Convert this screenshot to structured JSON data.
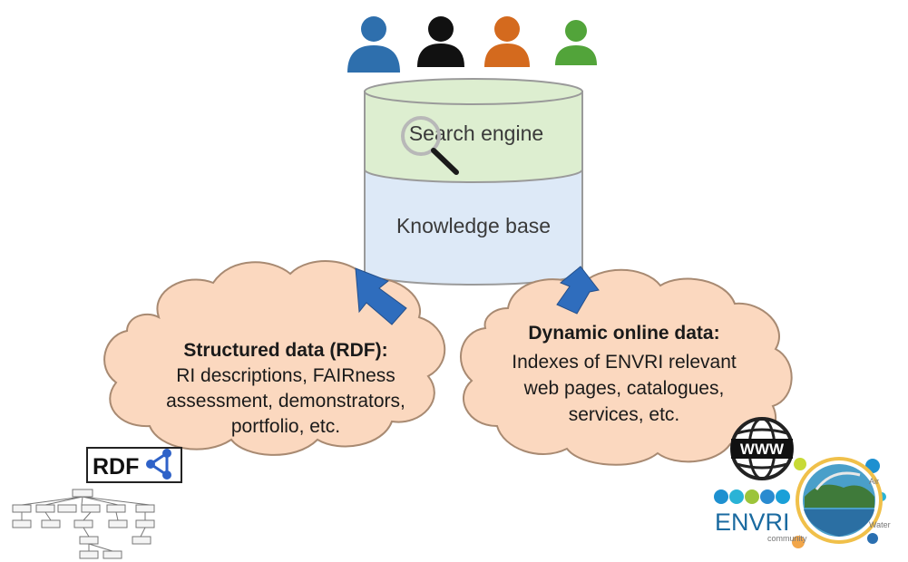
{
  "users": [
    {
      "name": "user-blue",
      "color": "#2e6fad"
    },
    {
      "name": "user-black",
      "color": "#111111"
    },
    {
      "name": "user-orange",
      "color": "#d46a1e"
    },
    {
      "name": "user-green",
      "color": "#52a43a"
    }
  ],
  "search_engine": {
    "label": "Search engine"
  },
  "knowledge_base": {
    "label": "Knowledge base"
  },
  "left_cloud": {
    "title": "Structured data (RDF):",
    "lines": [
      "RI descriptions, FAIRness",
      "assessment, demonstrators,",
      "portfolio, etc."
    ]
  },
  "right_cloud": {
    "title": "Dynamic online data:",
    "lines": [
      "Indexes of ENVRI relevant",
      "web pages, catalogues,",
      "services, etc."
    ]
  },
  "rdf_logo": {
    "text": "RDF"
  },
  "envri_logo": {
    "www": "WWW",
    "name": "ENVRI",
    "sub": "community",
    "tags": [
      "Air",
      "Water"
    ]
  },
  "colors": {
    "search_fill": "#ddeed0",
    "kb_fill": "#dde9f7",
    "cloud_fill": "#fbd8bf",
    "arrow": "#2f6dbd"
  }
}
